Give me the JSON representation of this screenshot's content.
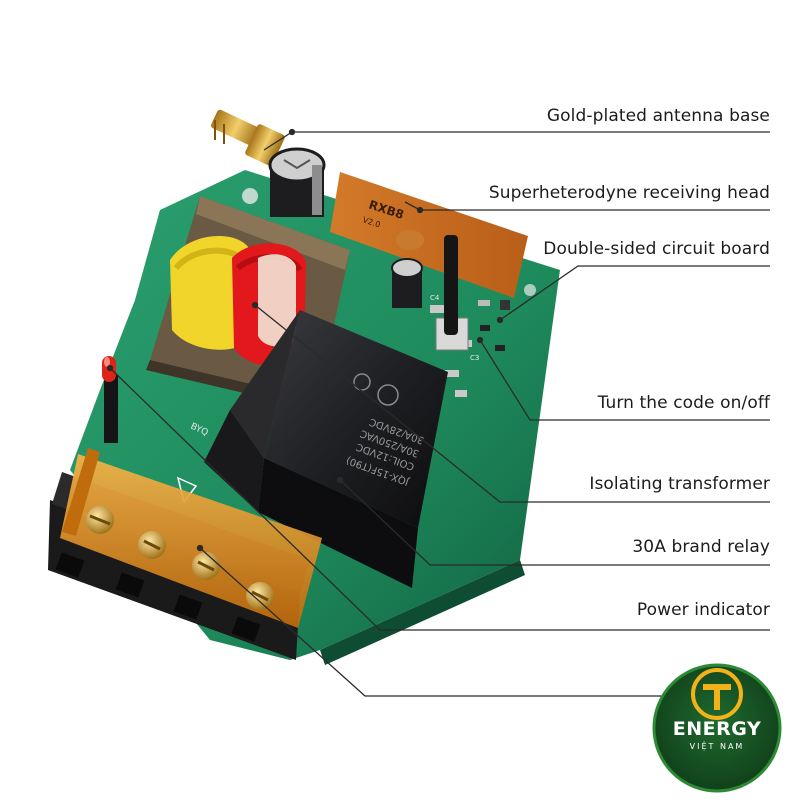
{
  "callouts": {
    "antenna_base": "Gold-plated antenna base",
    "receiving_head": "Superheterodyne receiving head",
    "circuit_board": "Double-sided circuit board",
    "code_switch": "Turn the code on/off",
    "transformer": "Isolating transformer",
    "relay": "30A brand relay",
    "power_indicator": "Power indicator"
  },
  "board_markings": {
    "module": "RXB8",
    "module_ver": "V2.0",
    "relay_model": "JQX-15F(T90)",
    "relay_coil": "COIL:12VDC",
    "relay_rating1": "30A/250VAC",
    "relay_rating2": "30A/28VDC",
    "board_label": "BYQ",
    "cap_c4": "C4",
    "cap_c3": "C3"
  },
  "logo": {
    "word": "ENERGY",
    "sub": "VIỆT NAM",
    "letter": "T"
  },
  "colors": {
    "pcb": "#1f8a5b",
    "pcb_dark": "#146544",
    "relay": "#1a1a1c",
    "terminal_cover": "#e7961f",
    "logo_ring": "#2c8a35",
    "logo_accent": "#f2b21a",
    "leader_line": "#2a2a2a"
  }
}
